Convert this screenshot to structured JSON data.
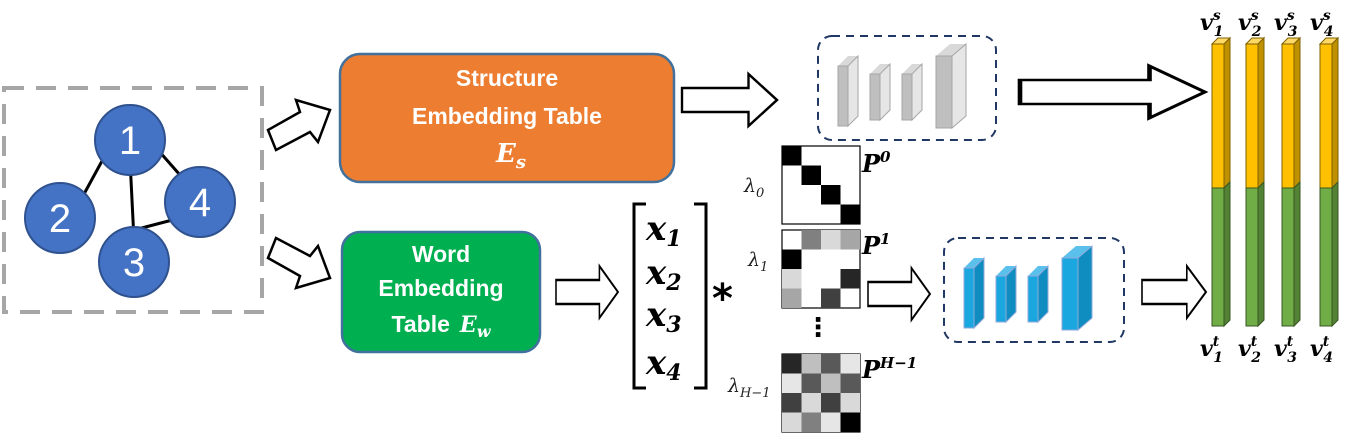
{
  "graph": {
    "nodes": [
      {
        "id": "1",
        "label": "1"
      },
      {
        "id": "2",
        "label": "2"
      },
      {
        "id": "3",
        "label": "3"
      },
      {
        "id": "4",
        "label": "4"
      }
    ],
    "edges": [
      [
        "1",
        "2"
      ],
      [
        "1",
        "3"
      ],
      [
        "1",
        "4"
      ],
      [
        "3",
        "4"
      ]
    ],
    "node_color": "#4472c4"
  },
  "structure_box": {
    "line1": "Structure",
    "line2": "Embedding Table",
    "symbol": "E",
    "subscript": "s",
    "color": "#ed7d31"
  },
  "word_box": {
    "line1": "Word",
    "line2": "Embedding",
    "line3": "Table",
    "symbol": "E",
    "subscript": "w",
    "color": "#00b050"
  },
  "vector": {
    "items": [
      {
        "base": "x",
        "sub": "1"
      },
      {
        "base": "x",
        "sub": "2"
      },
      {
        "base": "x",
        "sub": "3"
      },
      {
        "base": "x",
        "sub": "4"
      }
    ],
    "operator": "*"
  },
  "matrices": [
    {
      "lambda": "λ",
      "lambda_sub": "0",
      "p": "P",
      "p_sup": "0"
    },
    {
      "lambda": "λ",
      "lambda_sub": "1",
      "p": "P",
      "p_sup": "1"
    },
    {
      "lambda": "λ",
      "lambda_sub": "H−1",
      "p": "P",
      "p_sup": "H−1"
    }
  ],
  "ellipsis": "⋮",
  "outputs": {
    "top": [
      {
        "base": "v",
        "sub": "1",
        "sup": "s"
      },
      {
        "base": "v",
        "sub": "2",
        "sup": "s"
      },
      {
        "base": "v",
        "sub": "3",
        "sup": "s"
      },
      {
        "base": "v",
        "sub": "4",
        "sup": "s"
      }
    ],
    "bottom": [
      {
        "base": "v",
        "sub": "1",
        "sup": "t"
      },
      {
        "base": "v",
        "sub": "2",
        "sup": "t"
      },
      {
        "base": "v",
        "sub": "3",
        "sup": "t"
      },
      {
        "base": "v",
        "sub": "4",
        "sup": "t"
      }
    ],
    "structure_color": "#ffc000",
    "text_color": "#70ad47"
  },
  "encoder_colors": {
    "structure": "#bfbfbf",
    "text": "#1aa7df"
  }
}
